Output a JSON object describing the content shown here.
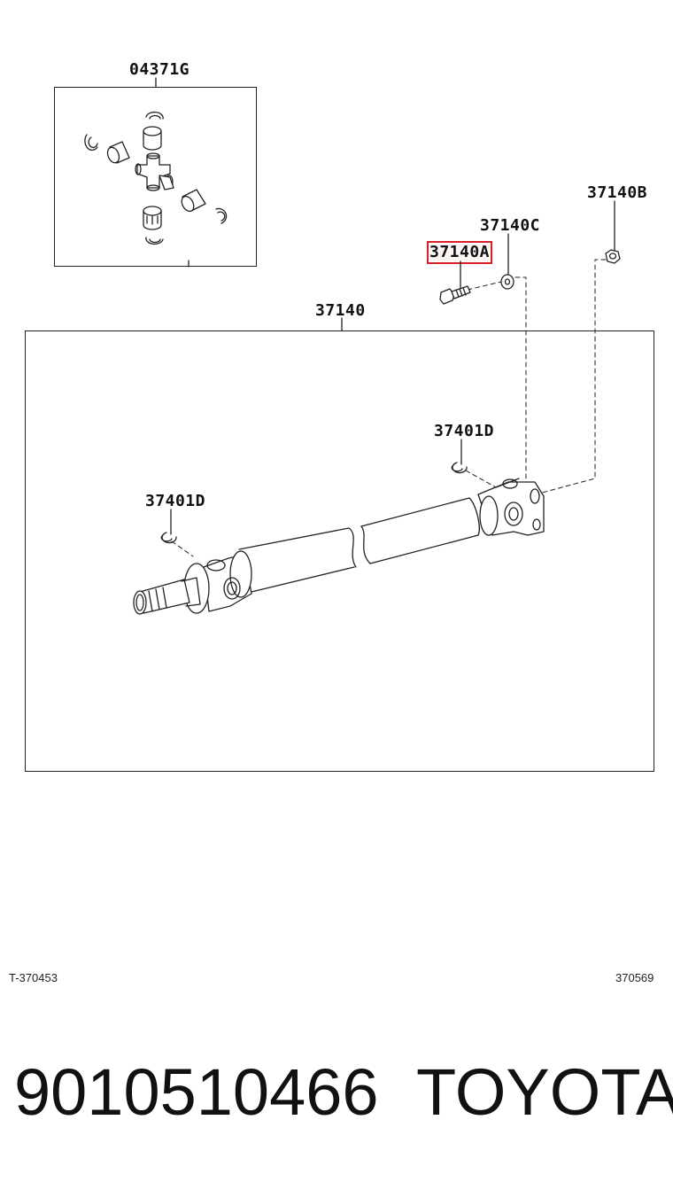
{
  "labels": {
    "kit": "04371G",
    "shaft_assy": "37140",
    "bolt": "37140A",
    "washer": "37140C",
    "nut": "37140B",
    "snap_ring_rear": "37401D",
    "snap_ring_front": "37401D"
  },
  "refs": {
    "left": "T-370453",
    "right": "370569"
  },
  "footer": {
    "part_number": "9010510466",
    "brand": "TOYOTA"
  },
  "colors": {
    "highlight": "#d8202a",
    "line": "#222222"
  }
}
